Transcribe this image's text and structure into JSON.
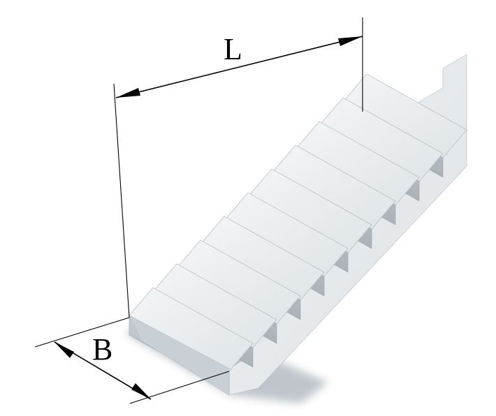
{
  "diagram": {
    "labels": {
      "length": "L",
      "width": "B"
    },
    "step_count": 10,
    "colors": {
      "concrete_light": "#eef1f3",
      "concrete_mid": "#d2d8dc",
      "concrete_dark": "#a3abb2",
      "shadow": "#8c97a2",
      "dimension": "#000000"
    }
  }
}
